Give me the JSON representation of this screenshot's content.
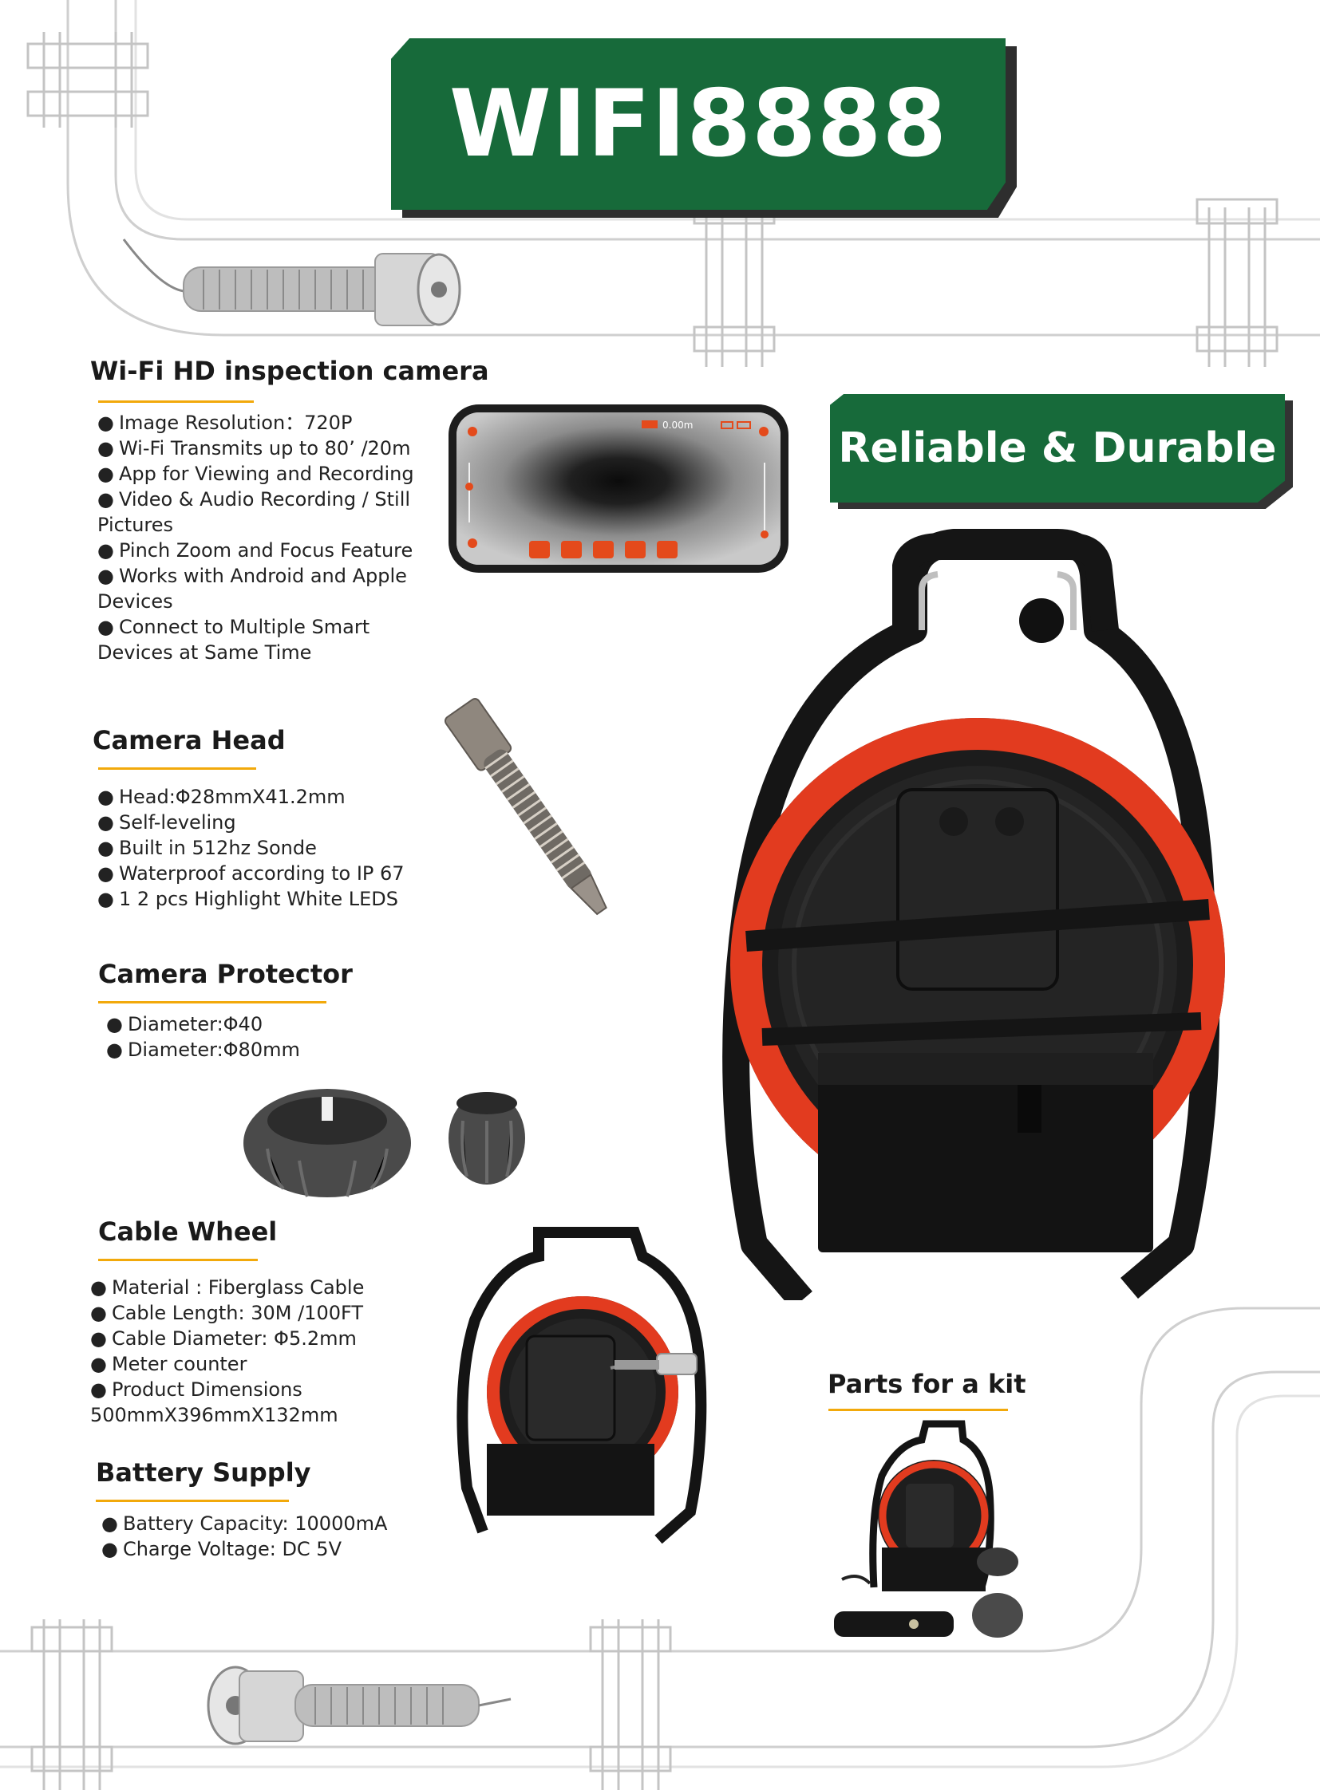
{
  "title": "WIFI8888",
  "tagline": "Reliable & Durable",
  "sections": {
    "wifi": {
      "heading": "Wi-Fi HD inspection camera",
      "items": [
        "Image Resolution：720P",
        "Wi-Fi Transmits up to 80’ /20m",
        "App for Viewing and Recording",
        "Video & Audio Recording / Still Pictures",
        "Pinch Zoom and Focus Feature",
        "Works with Android and Apple Devices",
        "Connect to Multiple Smart Devices at Same Time"
      ]
    },
    "head": {
      "heading": "Camera Head",
      "items": [
        "Head:Φ28mmX41.2mm",
        "Self-leveling",
        "Built in 512hz Sonde",
        "Waterproof according to IP 67",
        "1 2 pcs Highlight White LEDS"
      ]
    },
    "protector": {
      "heading": "Camera Protector",
      "items": [
        "Diameter:Φ40",
        "Diameter:Φ80mm"
      ]
    },
    "wheel": {
      "heading": "Cable Wheel",
      "items": [
        "Material : Fiberglass Cable",
        "Cable Length: 30M /100FT",
        "Cable Diameter: Φ5.2mm",
        "Meter counter",
        "Product Dimensions 500mmX396mmX132mm"
      ]
    },
    "battery": {
      "heading": "Battery Supply",
      "items": [
        "Battery Capacity: 10000mA",
        "Charge Voltage:  DC 5V"
      ]
    },
    "kit": {
      "heading": "Parts for a kit"
    }
  },
  "phone_screen": {
    "distance": "0.00m"
  },
  "colors": {
    "brand_green": "#176a3a",
    "accent_underline": "#f2a90b",
    "reel_red": "#e23b1f"
  }
}
